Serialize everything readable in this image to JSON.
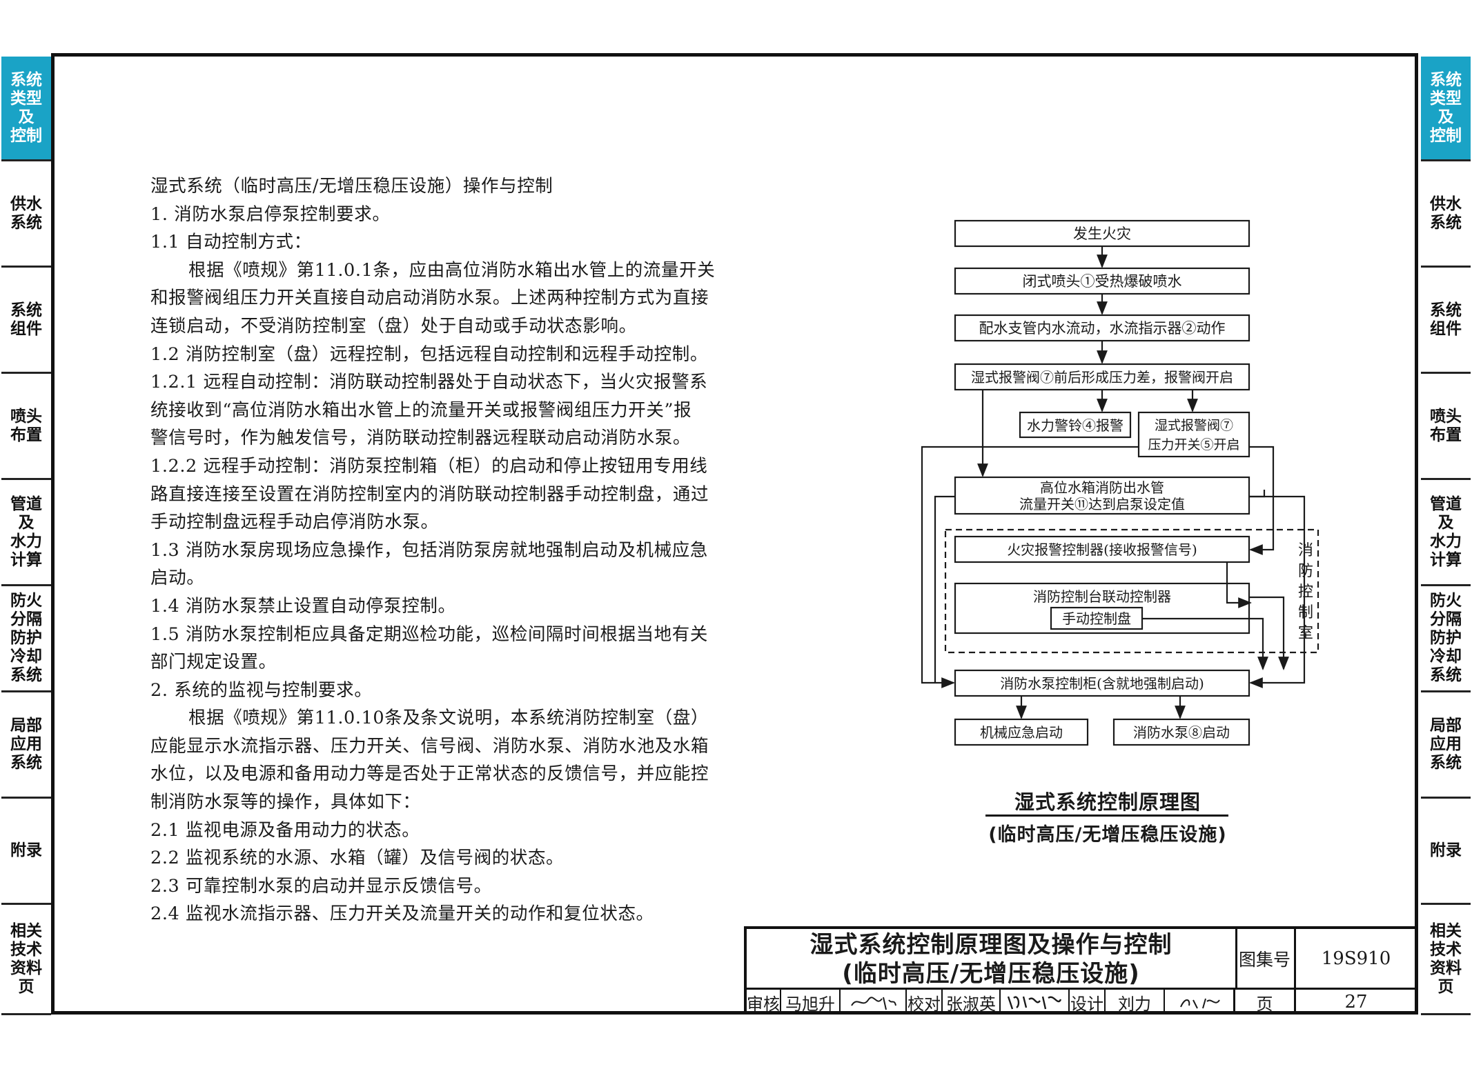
{
  "side_tabs": [
    {
      "label": "系统\n类型\n及\n控制",
      "active": true
    },
    {
      "label": "供水\n系统"
    },
    {
      "label": "系统\n组件"
    },
    {
      "label": "喷头\n布置"
    },
    {
      "label": "管道\n及\n水力\n计算"
    },
    {
      "label": "防火\n分隔\n防护\n冷却\n系统"
    },
    {
      "label": "局部\n应用\n系统"
    },
    {
      "label": "附录"
    },
    {
      "label": "相关\n技术\n资料\n页"
    }
  ],
  "text_lines": [
    "湿式系统（临时高压/无增压稳压设施）操作与控制",
    "1. 消防水泵启停泵控制要求。",
    "1.1 自动控制方式：",
    "根据《喷规》第11.0.1条，应由高位消防水箱出水管上的流量开关",
    "和报警阀组压力开关直接自动启动消防水泵。上述两种控制方式为直接",
    "连锁启动，不受消防控制室（盘）处于自动或手动状态影响。",
    "1.2 消防控制室（盘）远程控制，包括远程自动控制和远程手动控制。",
    "1.2.1 远程自动控制：消防联动控制器处于自动状态下，当火灾报警系",
    "统接收到“高位消防水箱出水管上的流量开关或报警阀组压力开关”报",
    "警信号时，作为触发信号，消防联动控制器远程联动启动消防水泵。",
    "1.2.2 远程手动控制：消防泵控制箱（柜）的启动和停止按钮用专用线",
    "路直接连接至设置在消防控制室内的消防联动控制器手动控制盘，通过",
    "手动控制盘远程手动启停消防水泵。",
    "1.3 消防水泵房现场应急操作，包括消防泵房就地强制启动及机械应急",
    "启动。",
    "1.4 消防水泵禁止设置自动停泵控制。",
    "1.5 消防水泵控制柜应具备定期巡检功能，巡检间隔时间根据当地有关",
    "部门规定设置。",
    "2. 系统的监视与控制要求。",
    "根据《喷规》第11.0.10条及条文说明，本系统消防控制室（盘）",
    "应能显示水流指示器、压力开关、信号阀、消防水泵、消防水池及水箱",
    "水位，以及电源和备用动力等是否处于正常状态的反馈信号，并应能控",
    "制消防水泵等的操作，具体如下：",
    "2.1 监视电源及备用动力的状态。",
    "2.2 监视系统的水源、水箱（罐）及信号阀的状态。",
    "2.3 可靠控制水泵的启动并显示反馈信号。",
    "2.4 监视水流指示器、压力开关及流量开关的动作和复位状态。"
  ],
  "flow": {
    "fire": "发生火灾",
    "sprinkler": "闭式喷头①受热爆破喷水",
    "branch": "配水支管内水流动，水流指示器②动作",
    "valve": "湿式报警阀⑦前后形成压力差，报警阀开启",
    "bell": "水力警铃④报警",
    "pswitch_1": "湿式报警阀⑦",
    "pswitch_2": "压力开关⑤开启",
    "tank_1": "高位水箱消防出水管",
    "tank_2": "流量开关⑪达到启泵设定值",
    "alarm": "火灾报警控制器(接收报警信号)",
    "linkage": "消防控制台联动控制器",
    "manual": "手动控制盘",
    "room": "消防控制室",
    "cabinet": "消防水泵控制柜(含就地强制启动)",
    "mech": "机械应急启动",
    "pump": "消防水泵⑧启动"
  },
  "caption": {
    "title": "湿式系统控制原理图",
    "subtitle": "(临时高压/无增压稳压设施)"
  },
  "title_block": {
    "title_line1": "湿式系统控制原理图及操作与控制",
    "title_line2": "(临时高压/无增压稳压设施)",
    "atlas_label": "图集号",
    "atlas_no": "19S910",
    "page_label": "页",
    "page_no": "27",
    "review_label": "审核",
    "review_name": "马旭升",
    "check_label": "校对",
    "check_name": "张淑英",
    "design_label": "设计",
    "design_name": "刘力"
  }
}
